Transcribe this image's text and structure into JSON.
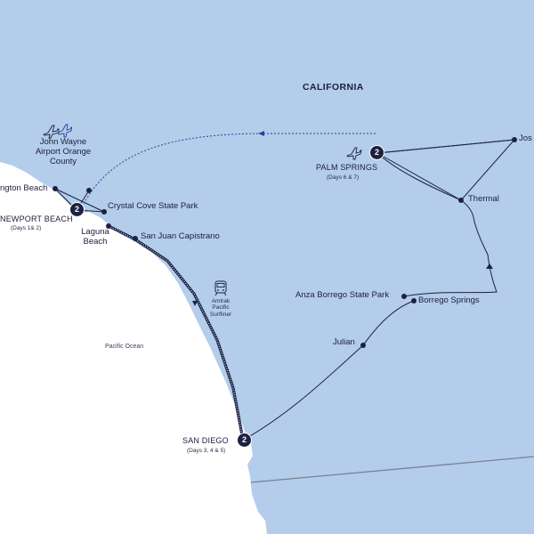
{
  "region_label": "CALIFORNIA",
  "ocean_label": "Pacific Ocean",
  "airport": {
    "name": "John Wayne Airport Orange County",
    "icon": "plane-icon"
  },
  "hubs": [
    {
      "name": "NEWPORT BEACH",
      "days": "(Days 1& 2)",
      "nights": "2"
    },
    {
      "name": "SAN DIEGO",
      "days": "(Days 3, 4 & 5)",
      "nights": "2"
    },
    {
      "name": "PALM SPRINGS",
      "days": "(Days 6 & 7)",
      "nights": "2"
    }
  ],
  "stops": [
    "ngton Beach",
    "Crystal Cove State Park",
    "Laguna Beach",
    "San Juan Capistrano",
    "Julian",
    "Anza Borrego State Park",
    "Borrego Springs",
    "Thermal",
    "Jos"
  ],
  "train": {
    "label": "Amtrak Pacific Surfliner",
    "icon": "train-icon"
  },
  "colors": {
    "land": "#b3cdeb",
    "sea": "#ffffff",
    "route": "#1c2140",
    "flight": "#2e3f9e",
    "border": "#7a8092"
  }
}
